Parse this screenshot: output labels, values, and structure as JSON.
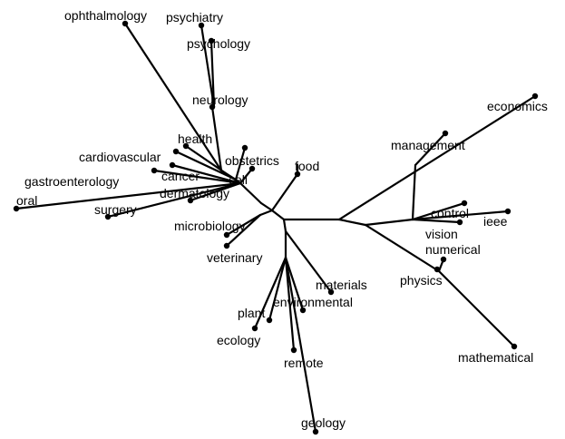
{
  "diagram": {
    "type": "unrooted-tree",
    "leaves": [
      {
        "id": "ophthalmology",
        "label": "ophthalmology"
      },
      {
        "id": "psychiatry",
        "label": "psychiatry"
      },
      {
        "id": "psychology",
        "label": "psychology"
      },
      {
        "id": "neurology",
        "label": "neurology"
      },
      {
        "id": "health",
        "label": "health"
      },
      {
        "id": "obstetrics",
        "label": "obstetrics"
      },
      {
        "id": "cardiovascular",
        "label": "cardiovascular"
      },
      {
        "id": "cancer",
        "label": "cancer"
      },
      {
        "id": "cell",
        "label": "cell"
      },
      {
        "id": "gastroenterology",
        "label": "gastroenterology"
      },
      {
        "id": "dermatology",
        "label": "dermatology"
      },
      {
        "id": "oral",
        "label": "oral"
      },
      {
        "id": "surgery",
        "label": "surgery"
      },
      {
        "id": "food",
        "label": "food"
      },
      {
        "id": "microbiology",
        "label": "microbiology"
      },
      {
        "id": "veterinary",
        "label": "veterinary"
      },
      {
        "id": "materials",
        "label": "materials"
      },
      {
        "id": "environmental",
        "label": "environmental"
      },
      {
        "id": "plant",
        "label": "plant"
      },
      {
        "id": "ecology",
        "label": "ecology"
      },
      {
        "id": "remote",
        "label": "remote"
      },
      {
        "id": "geology",
        "label": "geology"
      },
      {
        "id": "economics",
        "label": "economics"
      },
      {
        "id": "management",
        "label": "management"
      },
      {
        "id": "control",
        "label": "control"
      },
      {
        "id": "ieee",
        "label": "ieee"
      },
      {
        "id": "vision",
        "label": "vision"
      },
      {
        "id": "numerical",
        "label": "numerical"
      },
      {
        "id": "physics",
        "label": "physics"
      },
      {
        "id": "mathematical",
        "label": "mathematical"
      }
    ]
  }
}
